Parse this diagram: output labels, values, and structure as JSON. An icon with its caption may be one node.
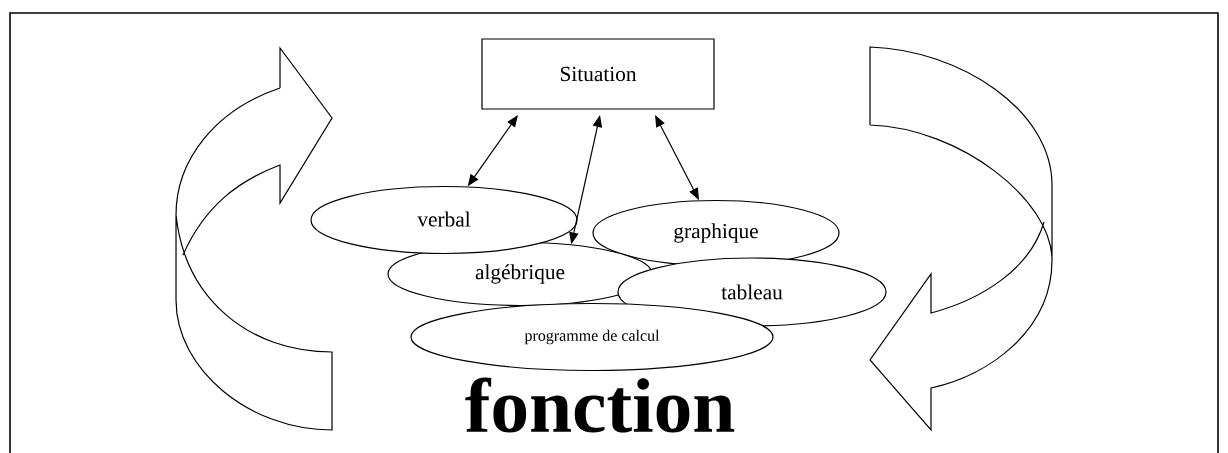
{
  "diagram": {
    "nodes": [
      {
        "text": [
          "Situation"
        ]
      },
      {
        "text": [
          "verbal"
        ]
      },
      {
        "text": [
          "graphique"
        ]
      },
      {
        "text": [
          "algébrique"
        ]
      },
      {
        "text": [
          "tableau"
        ]
      },
      {
        "text": [
          "programme de calcul"
        ]
      }
    ],
    "edges": [
      {
        "from": 0,
        "to": 1,
        "arrow": "both"
      },
      {
        "from": 0,
        "to": 3,
        "arrow": "both"
      },
      {
        "from": 0,
        "to": 2,
        "arrow": "both"
      }
    ],
    "labels": [
      "fonction"
    ]
  }
}
